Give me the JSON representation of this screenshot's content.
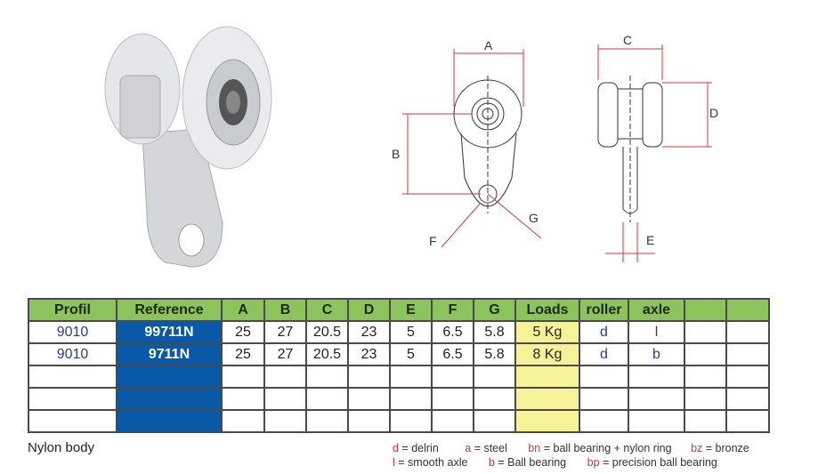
{
  "drawing": {
    "labels": [
      "A",
      "B",
      "C",
      "D",
      "E",
      "F",
      "G"
    ]
  },
  "table": {
    "headers": [
      "Profil",
      "Reference",
      "A",
      "B",
      "C",
      "D",
      "E",
      "F",
      "G",
      "Loads",
      "roller",
      "axle",
      "",
      ""
    ],
    "rows": [
      [
        "9010",
        "99711N",
        "25",
        "27",
        "20.5",
        "23",
        "5",
        "6.5",
        "5.8",
        "5 Kg",
        "d",
        "l",
        "",
        ""
      ],
      [
        "9010",
        "9711N",
        "25",
        "27",
        "20.5",
        "23",
        "5",
        "6.5",
        "5.8",
        "8 Kg",
        "d",
        "b",
        "",
        ""
      ],
      [
        "",
        "",
        "",
        "",
        "",
        "",
        "",
        "",
        "",
        "",
        "",
        "",
        "",
        ""
      ],
      [
        "",
        "",
        "",
        "",
        "",
        "",
        "",
        "",
        "",
        "",
        "",
        "",
        "",
        ""
      ],
      [
        "",
        "",
        "",
        "",
        "",
        "",
        "",
        "",
        "",
        "",
        "",
        "",
        "",
        ""
      ]
    ]
  },
  "note": "Nylon body",
  "legend": [
    {
      "key": "d",
      "text": " = delrin"
    },
    {
      "key": "a",
      "text": " = steel"
    },
    {
      "key": "bn",
      "text": " = ball bearing + nylon ring"
    },
    {
      "key": "bz",
      "text": " = bronze"
    },
    {
      "key": "l",
      "text": " = smooth axle"
    },
    {
      "key": "b",
      "text": " = Ball bearing"
    },
    {
      "key": "bp",
      "text": " = precision ball bearing"
    }
  ],
  "colors": {
    "header": "#8bc45a",
    "reference": "#0a58a8",
    "loads": "#f6f29a",
    "legend_key": "#d9343a",
    "dimension": "#d9343a"
  }
}
